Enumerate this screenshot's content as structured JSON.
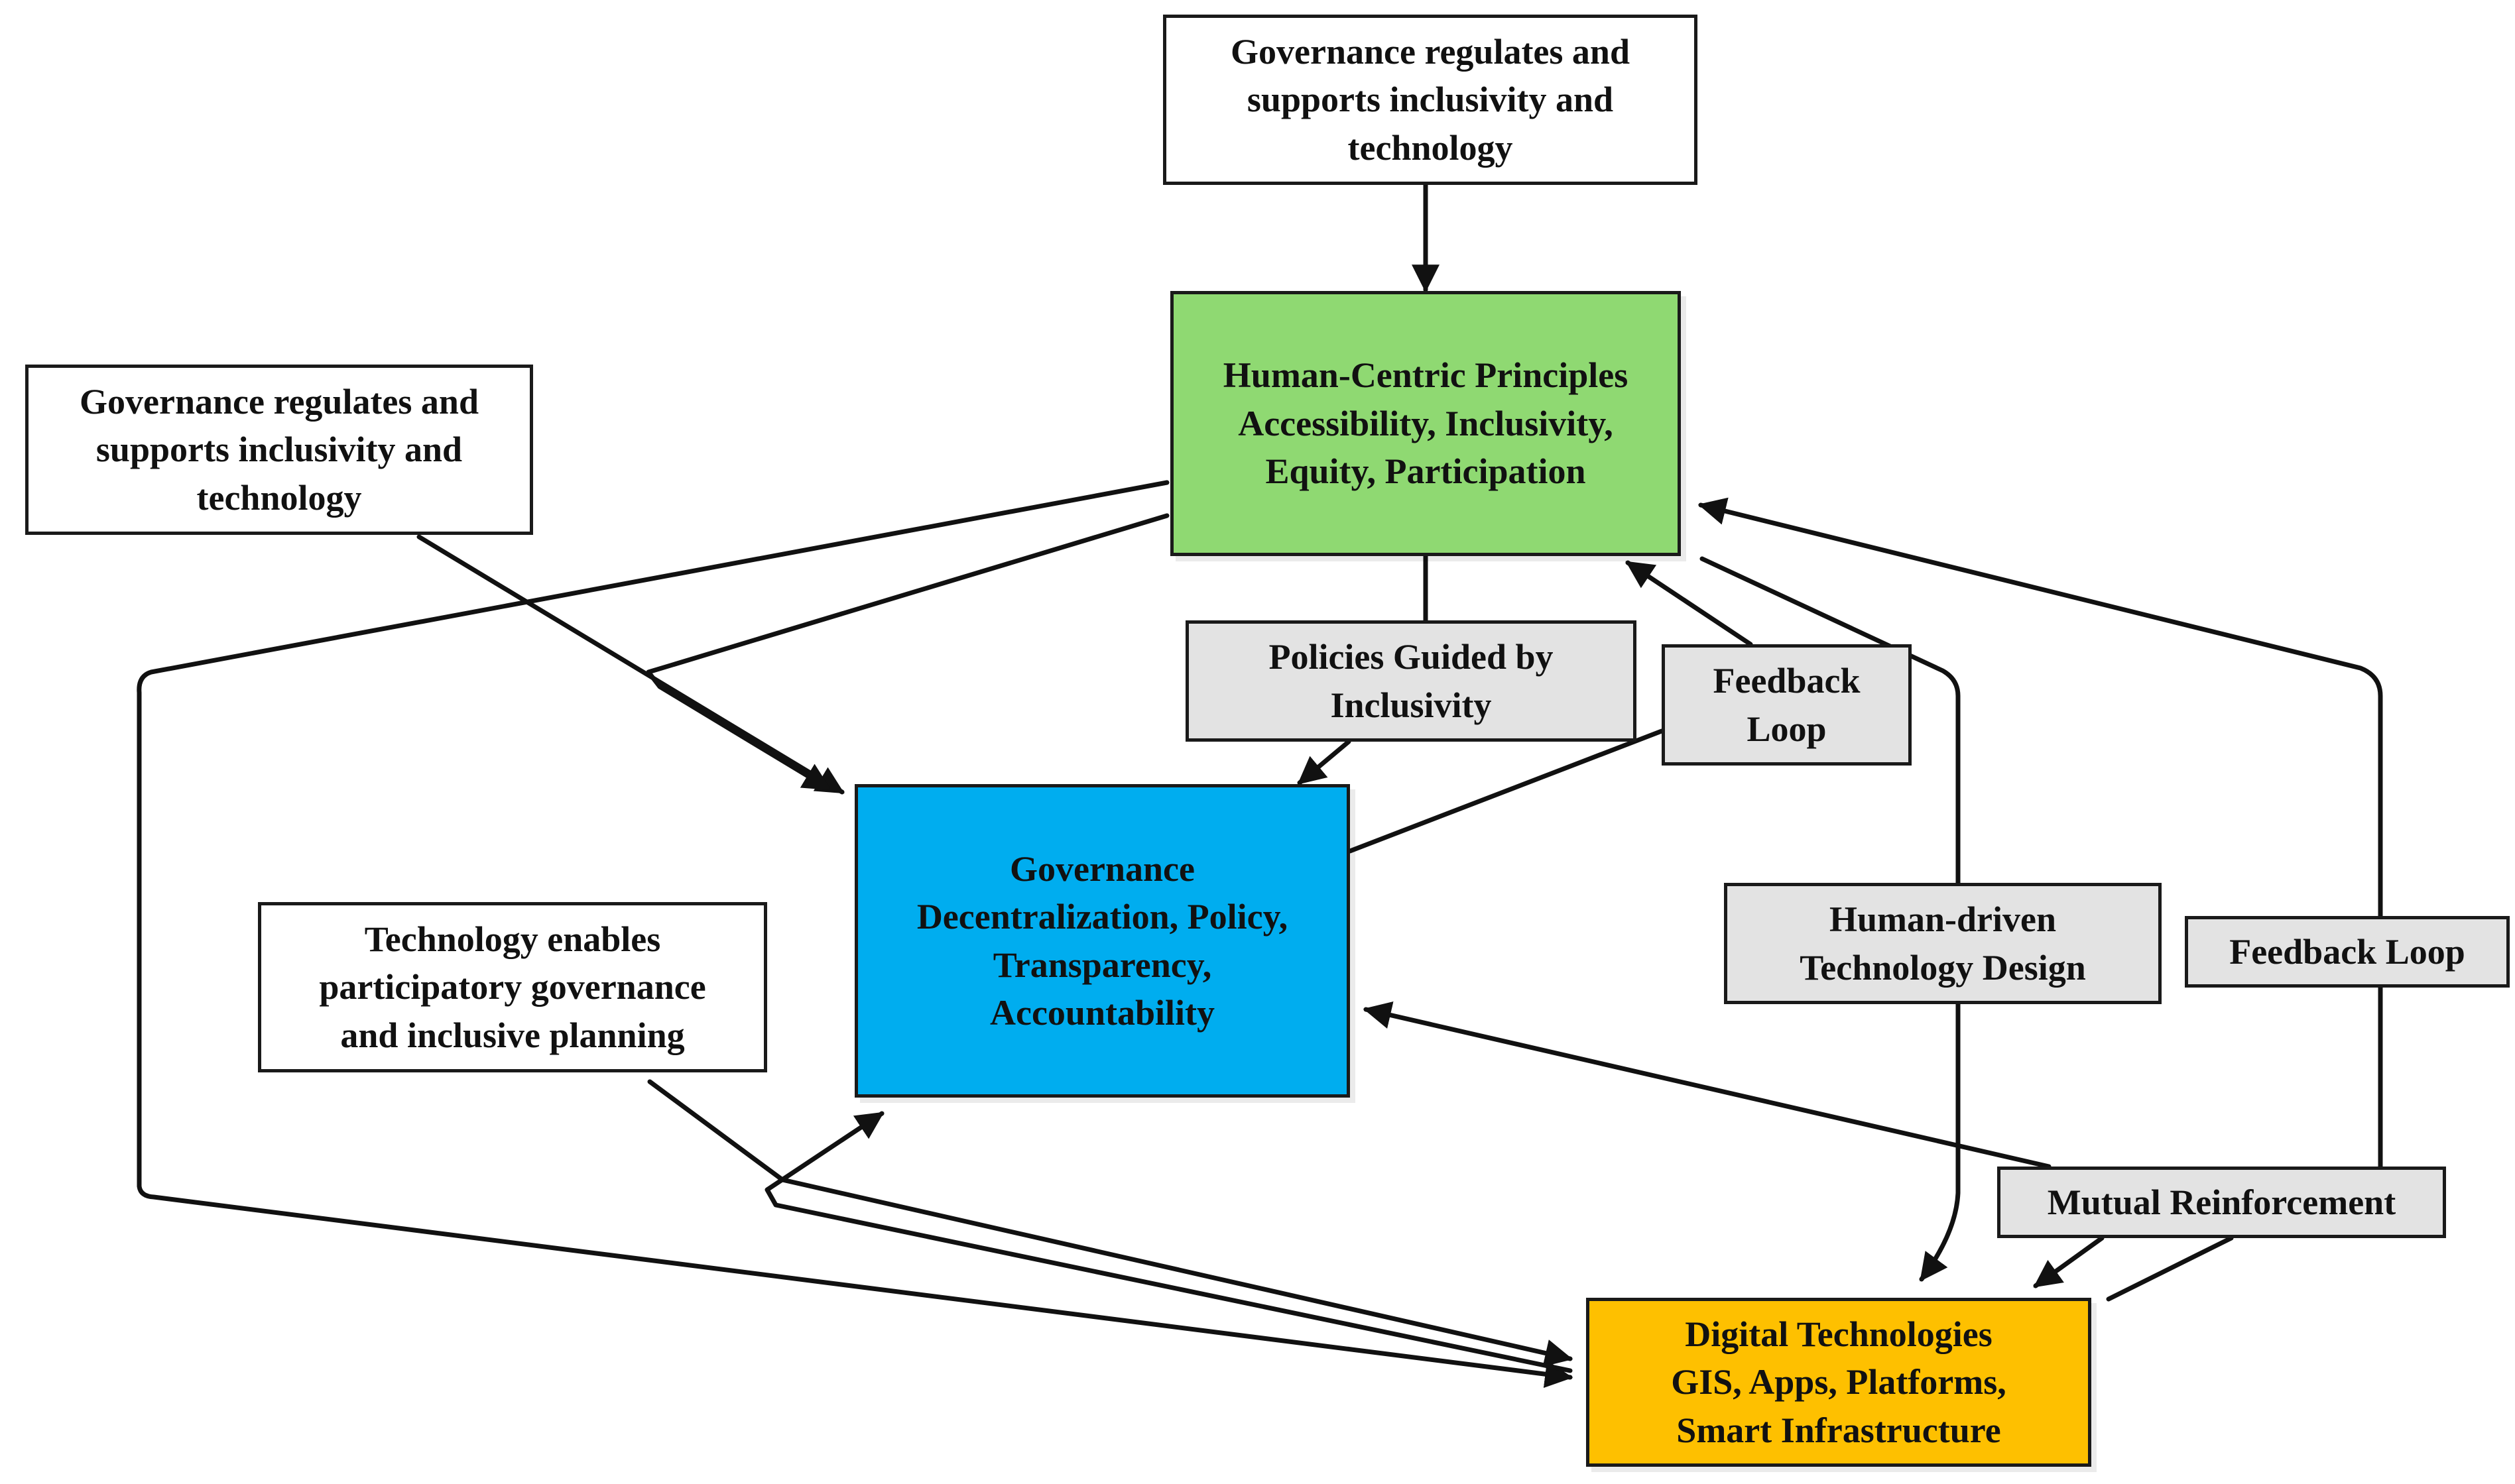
{
  "nodes": {
    "top_note": {
      "lines": [
        "Governance regulates and",
        "supports inclusivity and",
        "technology"
      ]
    },
    "left_note": {
      "lines": [
        "Governance regulates and",
        "supports inclusivity and",
        "technology"
      ]
    },
    "human_centric": {
      "lines": [
        "Human-Centric Principles",
        "Accessibility, Inclusivity,",
        "Equity, Participation"
      ]
    },
    "policies": {
      "lines": [
        "Policies Guided by",
        "Inclusivity"
      ]
    },
    "feedback_loop_1": {
      "lines": [
        "Feedback",
        "Loop"
      ]
    },
    "governance": {
      "lines": [
        "Governance",
        "Decentralization, Policy,",
        "Transparency,",
        "Accountability"
      ]
    },
    "tech_enables": {
      "lines": [
        "Technology enables",
        "participatory governance",
        "and inclusive planning"
      ]
    },
    "human_driven": {
      "lines": [
        "Human-driven",
        "Technology Design"
      ]
    },
    "feedback_loop_2": {
      "lines": [
        "Feedback Loop"
      ]
    },
    "mutual_reinforcement": {
      "lines": [
        "Mutual Reinforcement"
      ]
    },
    "digital_tech": {
      "lines": [
        "Digital Technologies",
        "GIS, Apps, Platforms,",
        "Smart Infrastructure"
      ]
    }
  },
  "colors": {
    "human_centric": "#8fd972",
    "governance": "#00adef",
    "digital_tech": "#fec000",
    "label_box": "#e3e3e3",
    "note_box": "#ffffff",
    "line": "#111111"
  }
}
